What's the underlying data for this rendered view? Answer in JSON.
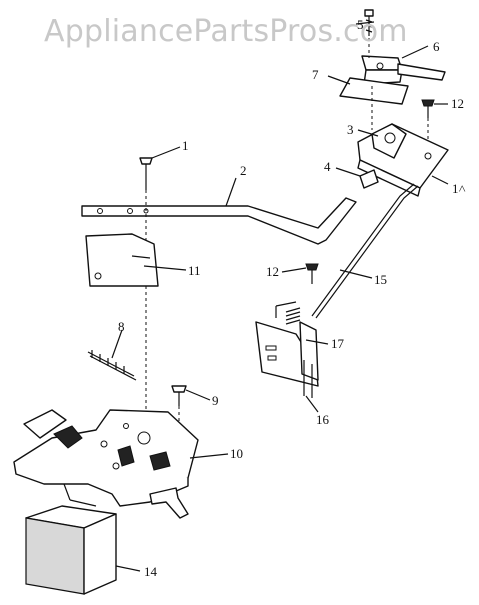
{
  "watermark": "AppliancePartsPros.com",
  "callouts": {
    "c1": "1",
    "c2": "2",
    "c3": "3",
    "c4": "4",
    "c5": "5",
    "c6": "6",
    "c7": "7",
    "c8": "8",
    "c9": "9",
    "c10": "10",
    "c11": "11",
    "c12a": "12",
    "c12b": "12",
    "c13": "1˄",
    "c14": "14",
    "c15": "15",
    "c16": "16",
    "c17": "17"
  }
}
